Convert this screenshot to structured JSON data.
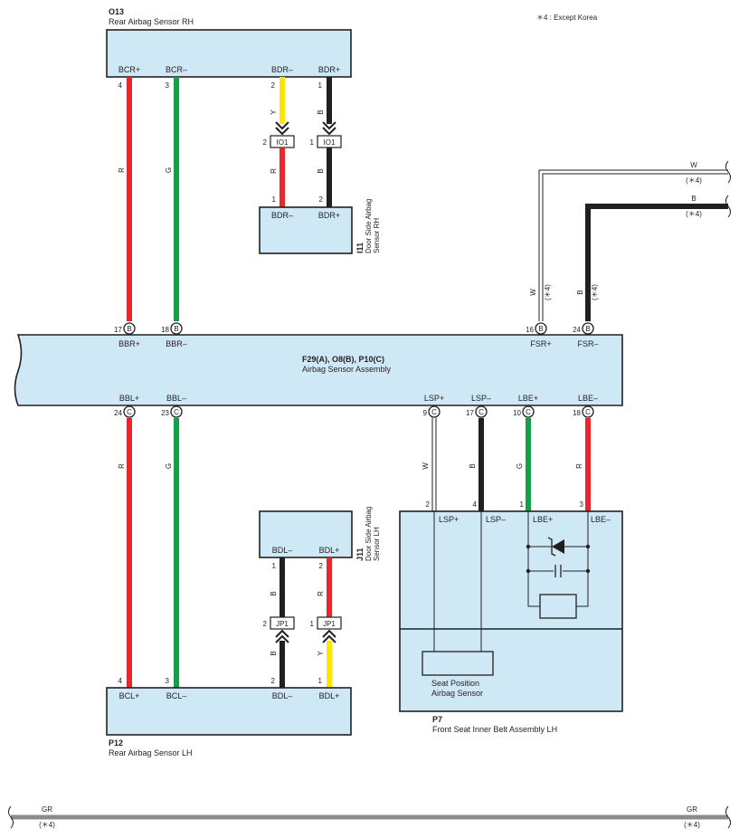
{
  "note": "＊4 : Except Korea",
  "colors": {
    "R": "#e8262b",
    "G": "#12a04a",
    "Y": "#ffe600",
    "B": "#231f20",
    "W": "#ffffff",
    "GR": "#8c8c8c",
    "box_fill": "#cfe8f6"
  },
  "components": {
    "o13": {
      "code": "O13",
      "name": "Rear Airbag Sensor RH",
      "pins": [
        {
          "label": "BCR+",
          "num": "4"
        },
        {
          "label": "BCR–",
          "num": "3"
        },
        {
          "label": "BDR–",
          "num": "2"
        },
        {
          "label": "BDR+",
          "num": "1"
        }
      ]
    },
    "i11": {
      "code": "I11",
      "name": "Door Side Airbag Sensor RH",
      "name_lines": [
        "Door Side Airbag",
        "Sensor RH"
      ],
      "pins": [
        {
          "label": "BDR–",
          "num": "1"
        },
        {
          "label": "BDR+",
          "num": "2"
        }
      ]
    },
    "assy": {
      "codes": "F29(A), O8(B), P10(C)",
      "name": "Airbag Sensor Assembly",
      "top_pins": [
        {
          "label": "BBR+",
          "num": "17",
          "conn": "B"
        },
        {
          "label": "BBR–",
          "num": "18",
          "conn": "B"
        },
        {
          "label": "FSR+",
          "num": "16",
          "conn": "B"
        },
        {
          "label": "FSR–",
          "num": "24",
          "conn": "B"
        }
      ],
      "bottom_pins": [
        {
          "label": "BBL+",
          "num": "24",
          "conn": "C"
        },
        {
          "label": "BBL–",
          "num": "23",
          "conn": "C"
        },
        {
          "label": "LSP+",
          "num": "9",
          "conn": "C"
        },
        {
          "label": "LSP–",
          "num": "17",
          "conn": "C"
        },
        {
          "label": "LBE+",
          "num": "10",
          "conn": "C"
        },
        {
          "label": "LBE–",
          "num": "18",
          "conn": "C"
        }
      ]
    },
    "j11": {
      "code": "J11",
      "name": "Door Side Airbag Sensor LH",
      "name_lines": [
        "Door Side Airbag",
        "Sensor LH"
      ],
      "pins": [
        {
          "label": "BDL–",
          "num": "1"
        },
        {
          "label": "BDL+",
          "num": "2"
        }
      ]
    },
    "p12": {
      "code": "P12",
      "name": "Rear Airbag Sensor LH",
      "pins": [
        {
          "label": "BCL+",
          "num": "4"
        },
        {
          "label": "BCL–",
          "num": "3"
        },
        {
          "label": "BDL–",
          "num": "2"
        },
        {
          "label": "BDL+",
          "num": "1"
        }
      ]
    },
    "p7": {
      "code": "P7",
      "name": "Front Seat Inner Belt Assembly LH",
      "pins": [
        {
          "label": "LSP+",
          "num": "2"
        },
        {
          "label": "LSP–",
          "num": "4"
        },
        {
          "label": "LBE+",
          "num": "1"
        },
        {
          "label": "LBE–",
          "num": "3"
        }
      ],
      "sensor_lines": [
        "Seat Position",
        "Airbag Sensor"
      ]
    }
  },
  "junctions": {
    "io1_left": {
      "name": "IO1",
      "pin": "2"
    },
    "io1_right": {
      "name": "IO1",
      "pin": "1"
    },
    "jp1_left": {
      "name": "JP1",
      "pin": "2"
    },
    "jp1_right": {
      "name": "JP1",
      "pin": "1"
    }
  },
  "wire_labels": {
    "bcr_plus": "R",
    "bcr_minus": "G",
    "bdr_minus_top": "Y",
    "bdr_plus_top": "B",
    "bdr_minus_bot": "R",
    "bdr_plus_bot": "B",
    "fsr_plus": "W",
    "fsr_minus": "B",
    "fsr_plus_note": "(＊4)",
    "fsr_minus_note": "(＊4)",
    "bbl_plus": "R",
    "bbl_minus": "G",
    "lsp_plus": "W",
    "lsp_minus": "B",
    "lbe_plus": "G",
    "lbe_minus": "R",
    "bdl_minus_top": "B",
    "bdl_plus_top": "R",
    "bdl_minus_bot": "B",
    "bdl_plus_bot": "Y"
  },
  "offpage": {
    "w": {
      "color": "W",
      "note": "(＊4)"
    },
    "b": {
      "color": "B",
      "note": "(＊4)"
    },
    "gr_left": {
      "color": "GR",
      "note": "(＊4)"
    },
    "gr_right": {
      "color": "GR",
      "note": "(＊4)"
    }
  }
}
